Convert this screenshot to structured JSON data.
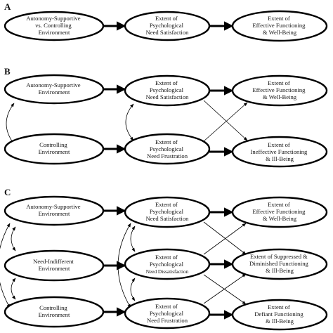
{
  "panels": [
    {
      "label": "A",
      "nodes": [
        {
          "id": "a1",
          "lines": [
            "Autonomy-Supportive",
            "vs. Controlling",
            "Environment"
          ]
        },
        {
          "id": "a2",
          "lines": [
            "Extent of",
            "Psychological",
            "Need Satisfaction"
          ]
        },
        {
          "id": "a3",
          "lines": [
            "Extent of",
            "Effective Functioning",
            "& Well-Being"
          ]
        }
      ]
    },
    {
      "label": "B",
      "nodes": [
        {
          "id": "b1",
          "lines": [
            "Autonomy-Supportive",
            "Environment"
          ]
        },
        {
          "id": "b2",
          "lines": [
            "Extent of",
            "Psychological",
            "Need Satisfaction"
          ]
        },
        {
          "id": "b3",
          "lines": [
            "Extent of",
            "Effective Functioning",
            "& Well-Being"
          ]
        },
        {
          "id": "b4",
          "lines": [
            "Controlling",
            "Environment"
          ]
        },
        {
          "id": "b5",
          "lines": [
            "Extent of",
            "Psychological",
            "Need Frustration"
          ]
        },
        {
          "id": "b6",
          "lines": [
            "Extent of",
            "Ineffective Functioning",
            "& Ill-Being"
          ]
        }
      ]
    },
    {
      "label": "C",
      "nodes": [
        {
          "id": "c1",
          "lines": [
            "Autonomy-Supportive",
            "Environment"
          ]
        },
        {
          "id": "c2",
          "lines": [
            "Extent of",
            "Psychological",
            "Need Satisfaction"
          ]
        },
        {
          "id": "c3",
          "lines": [
            "Extent of",
            "Effective Functioning",
            "& Well-Being"
          ]
        },
        {
          "id": "c4",
          "lines": [
            "Need-Indifferent",
            "Environment"
          ]
        },
        {
          "id": "c5",
          "lines": [
            "Extent of",
            "Psychological",
            "Need Dissatisfaction"
          ]
        },
        {
          "id": "c6",
          "lines": [
            "Extent of Suppressed &",
            "Diminished Functioning",
            "& Ill-Being"
          ]
        },
        {
          "id": "c7",
          "lines": [
            "Controlling",
            "Environment"
          ]
        },
        {
          "id": "c8",
          "lines": [
            "Extent of",
            "Psychological",
            "Need Frustration"
          ]
        },
        {
          "id": "c9",
          "lines": [
            "Extent of",
            "Defiant Functioning",
            "& Ill-Being"
          ]
        }
      ]
    }
  ]
}
